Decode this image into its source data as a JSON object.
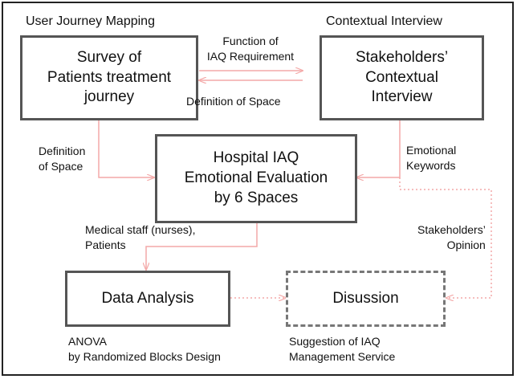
{
  "headers": {
    "left": "User Journey Mapping",
    "right": "Contextual Interview"
  },
  "boxes": {
    "survey": "Survey of\nPatients treatment\njourney",
    "stakeholders": "Stakeholders’\nContextual\nInterview",
    "hospital": "Hospital IAQ\nEmotional Evaluation\nby 6 Spaces",
    "data_analysis": "Data Analysis",
    "discussion": "Disussion"
  },
  "labels": {
    "function_iaq": "Function of\nIAQ Requirement",
    "definition_space_top": "Definition of Space",
    "definition_space_left": "Definition\nof Space",
    "emotional_keywords": "Emotional\nKeywords",
    "medical_staff": "Medical staff (nurses),\nPatients",
    "stakeholders_opinion": "Stakeholders’\nOpinion",
    "anova": "ANOVA\nby Randomized Blocks Design",
    "suggestion": "Suggestion of IAQ\nManagement Service"
  },
  "colors": {
    "arrow": "#f4a9a8",
    "box_border": "#555555"
  }
}
